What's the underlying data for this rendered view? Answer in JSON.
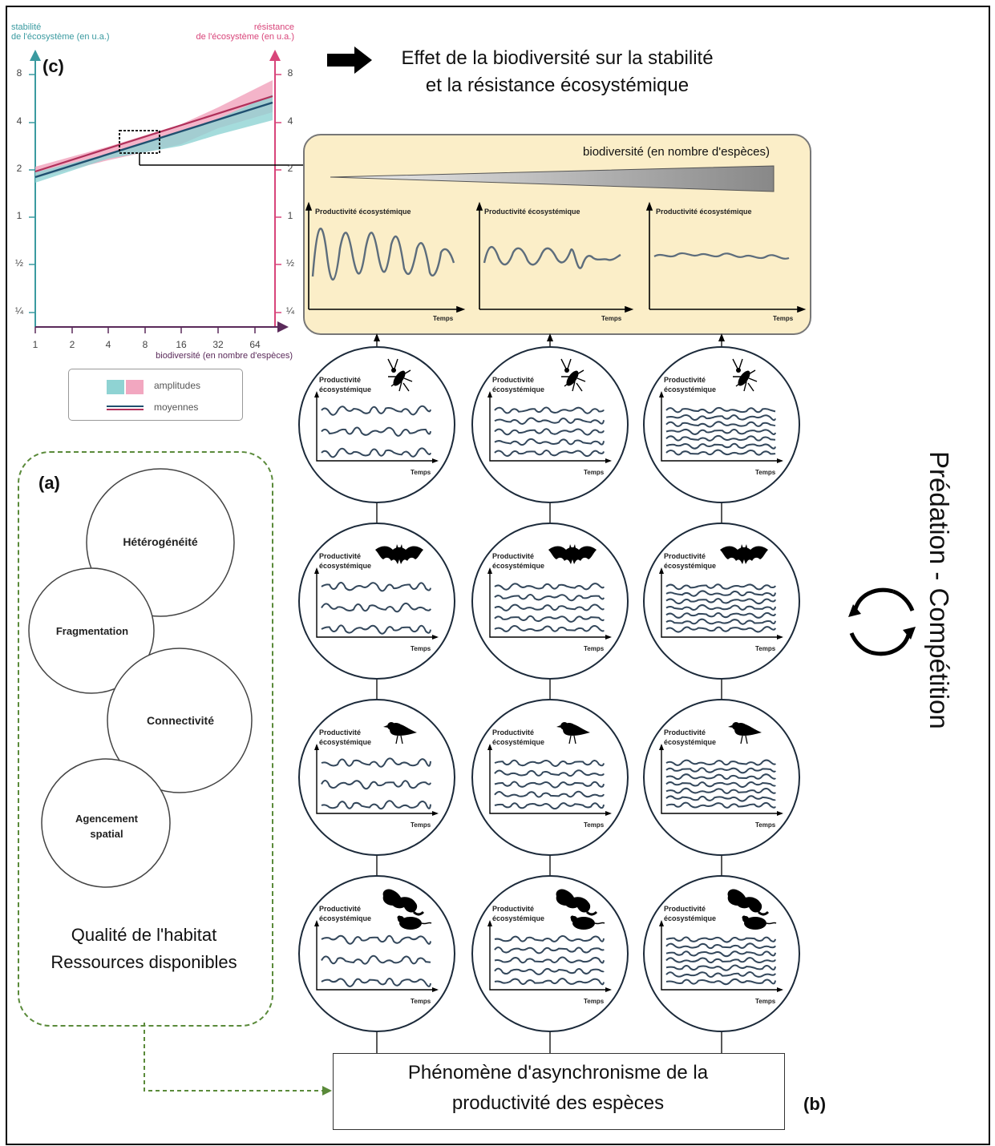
{
  "panel_c": {
    "label": "(c)",
    "left_axis_label": [
      "stabilité",
      "de l'écosystème (en u.a.)"
    ],
    "right_axis_label": [
      "résistance",
      "de l'écosystème (en u.a.)"
    ],
    "y_ticks": [
      "8",
      "4",
      "2",
      "1",
      "½",
      "¼"
    ],
    "x_ticks": [
      "1",
      "2",
      "4",
      "8",
      "16",
      "32",
      "64"
    ],
    "x_label": "biodiversité (en nombre d'espèces)",
    "legend": {
      "amplitudes": "amplitudes",
      "moyennes": "moyennes"
    },
    "colors": {
      "stability": "#3a9aa0",
      "resistance": "#d8457a",
      "stability_band": "#8fd3d3",
      "resistance_band": "#f2a7c0"
    }
  },
  "title": [
    "Effet de la biodiversité sur la stabilité",
    "et la résistance écosystémique"
  ],
  "biodiversity_box": {
    "label": "biodiversité (en nombre d'espèces)",
    "chart_label": "Productivité écosystémique",
    "time_label": "Temps",
    "background": "#fbeec8"
  },
  "species_circle": {
    "label_line1": "Productivité",
    "label_line2": "écosystémique",
    "time_label": "Temps",
    "rows": [
      "insect-icon",
      "bat-icon",
      "bird-icon",
      "mammals-icon"
    ]
  },
  "panel_a": {
    "label": "(a)",
    "circles": [
      "Hétérogénéité",
      "Fragmentation",
      "Connectivité",
      "Agencement spatial"
    ],
    "footer": [
      "Qualité de l'habitat",
      "Ressources disponibles"
    ],
    "border_color": "#5a8a3a"
  },
  "panel_b": {
    "label": "(b)",
    "box_text": [
      "Phénomène  d'asynchronisme de la",
      "productivité des espèces"
    ]
  },
  "side_label": "Prédation - Compétition"
}
